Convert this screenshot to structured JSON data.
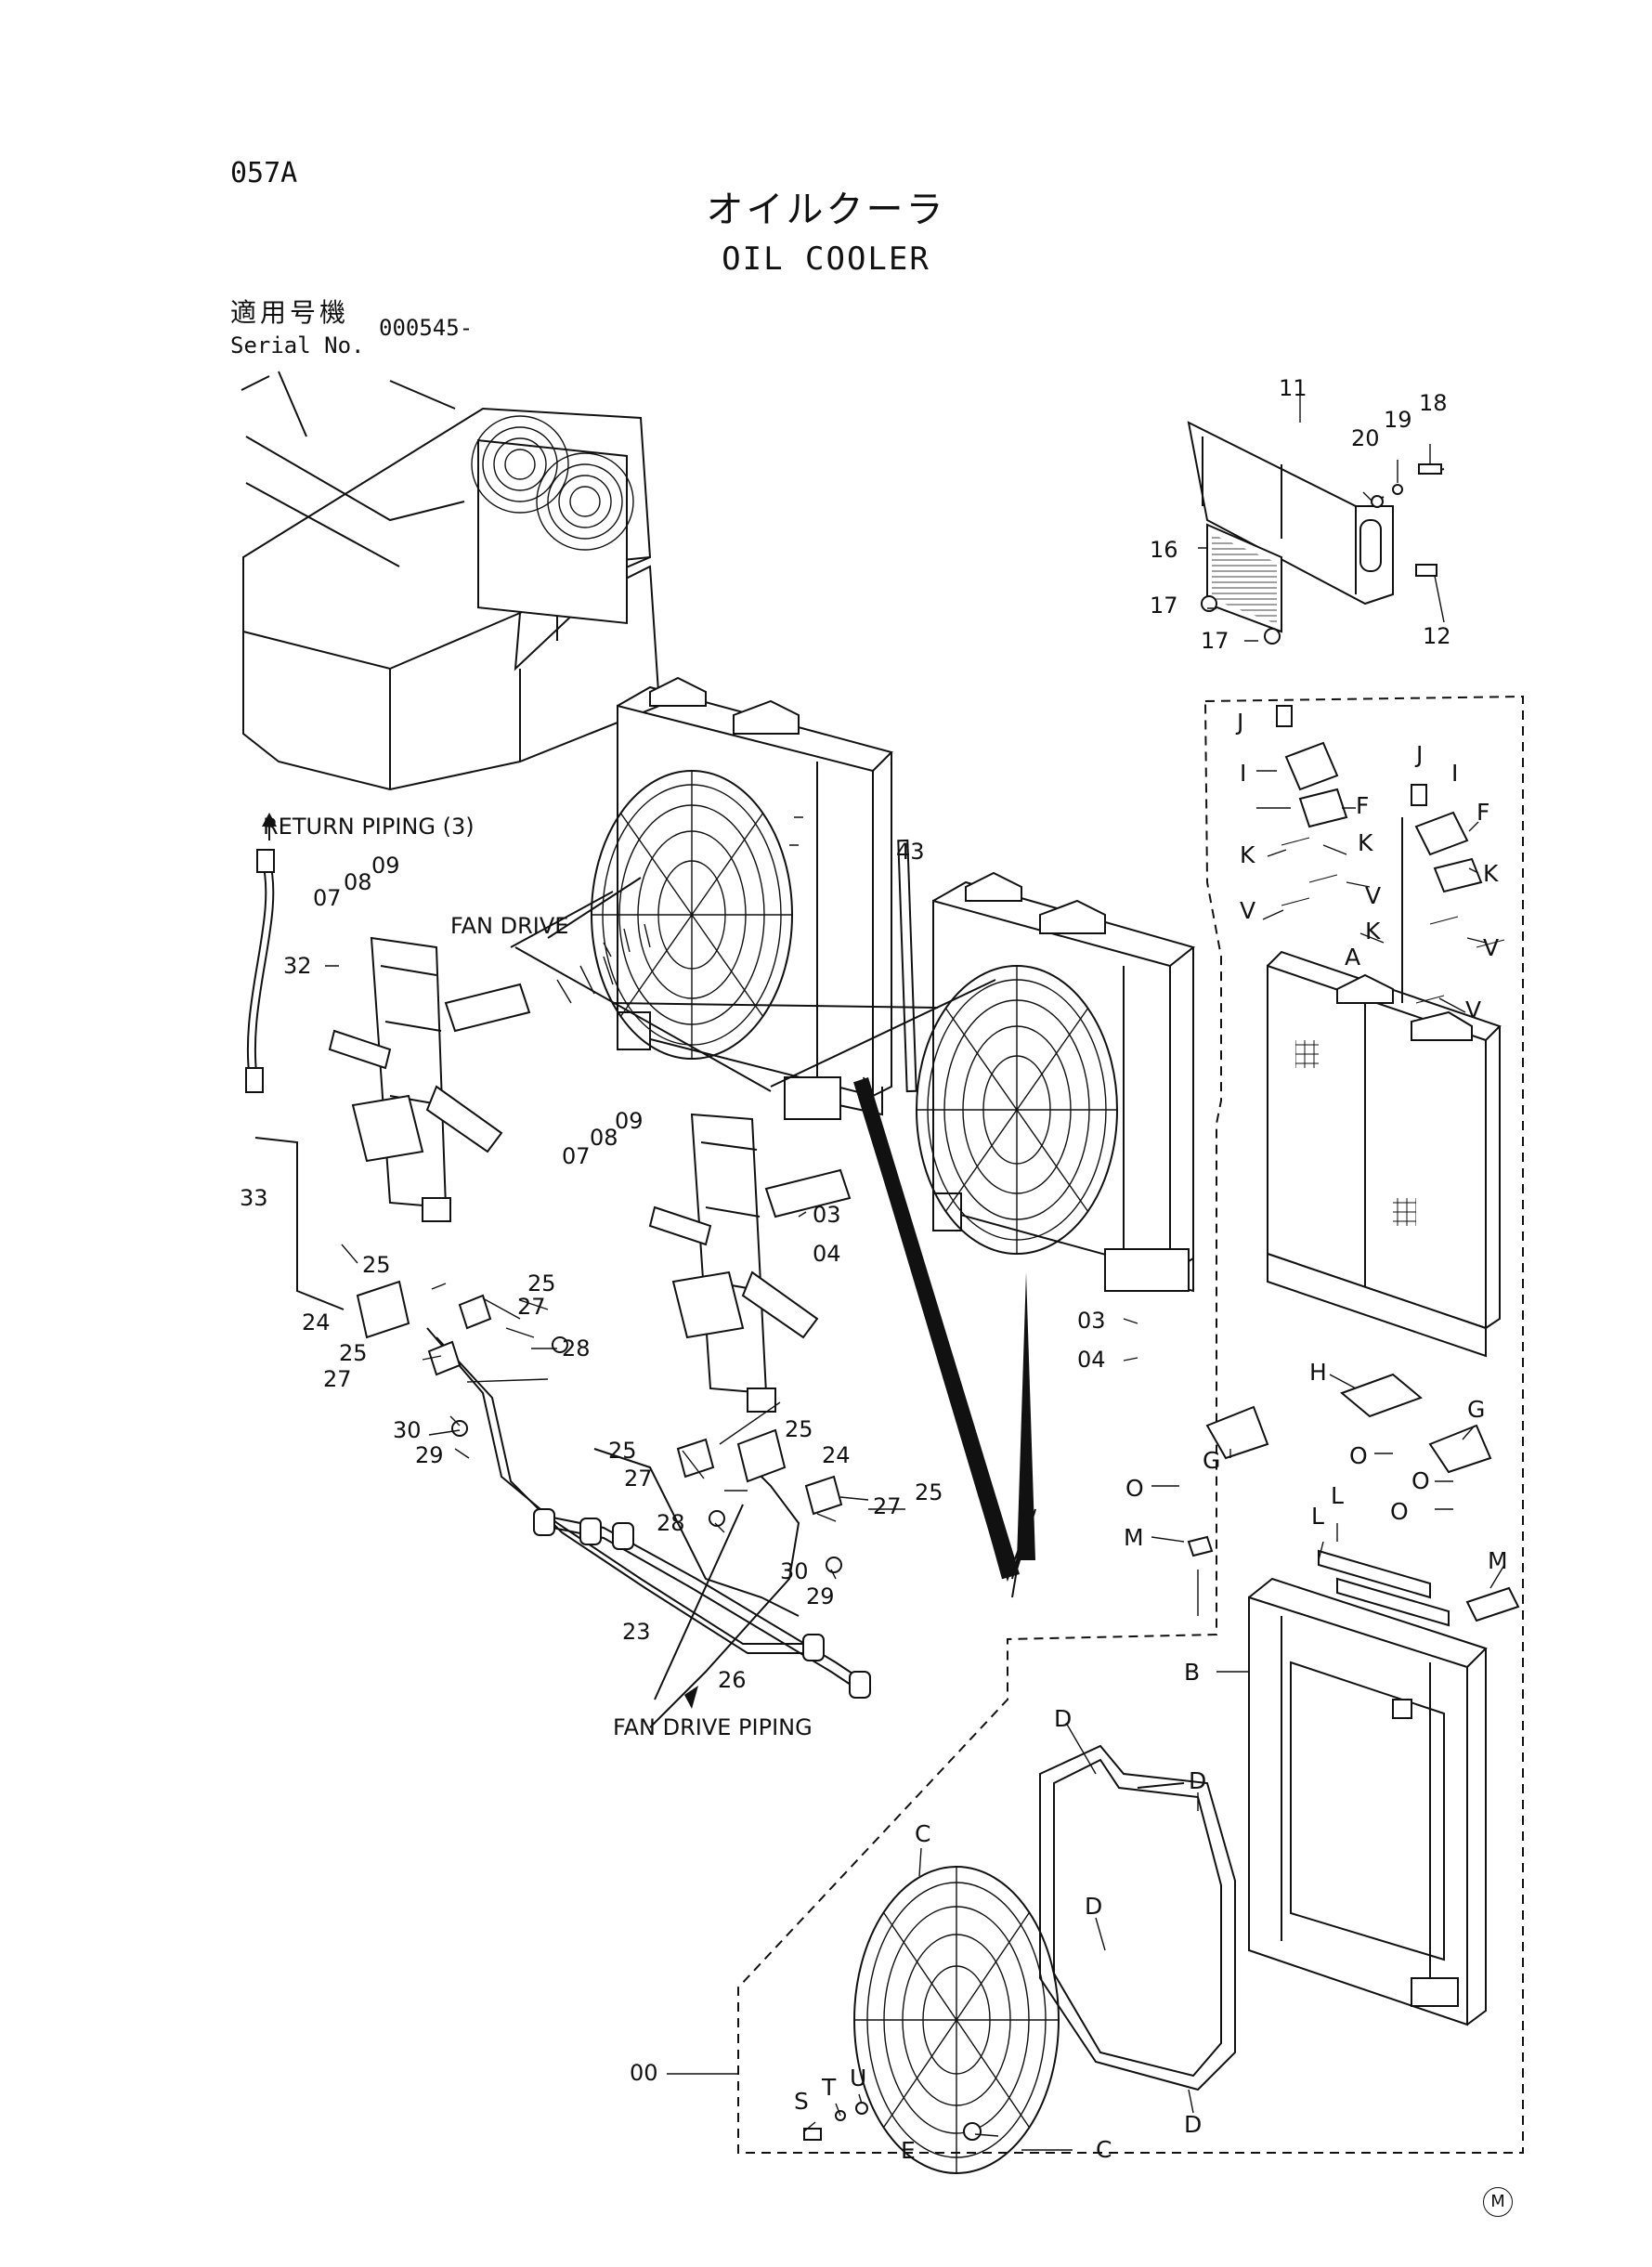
{
  "header": {
    "page_code": "057A",
    "title_ja": "オイルクーラ",
    "title_en": "OIL COOLER",
    "serial_label_ja": "適用号機",
    "serial_label_en": "Serial No.",
    "serial_value": "000545-"
  },
  "annotations": {
    "return_piping": "RETURN PIPING (3)",
    "fan_drive": "FAN DRIVE",
    "fan_drive_piping": "FAN DRIVE PIPING",
    "maker_mark": "M"
  },
  "callouts": {
    "c00": "00",
    "c03": "03",
    "c04": "04",
    "c07": "07",
    "c08": "08",
    "c09": "09",
    "c11": "11",
    "c12": "12",
    "c16": "16",
    "c17": "17",
    "c18": "18",
    "c19": "19",
    "c20": "20",
    "c23": "23",
    "c24": "24",
    "c25": "25",
    "c26": "26",
    "c27": "27",
    "c28": "28",
    "c29": "29",
    "c30": "30",
    "c32": "32",
    "c33": "33",
    "c43": "43",
    "A": "A",
    "B": "B",
    "C": "C",
    "D": "D",
    "E": "E",
    "F": "F",
    "G": "G",
    "H": "H",
    "I": "I",
    "J": "J",
    "K": "K",
    "L": "L",
    "M": "M",
    "O": "O",
    "S": "S",
    "T": "T",
    "U": "U",
    "V": "V"
  }
}
